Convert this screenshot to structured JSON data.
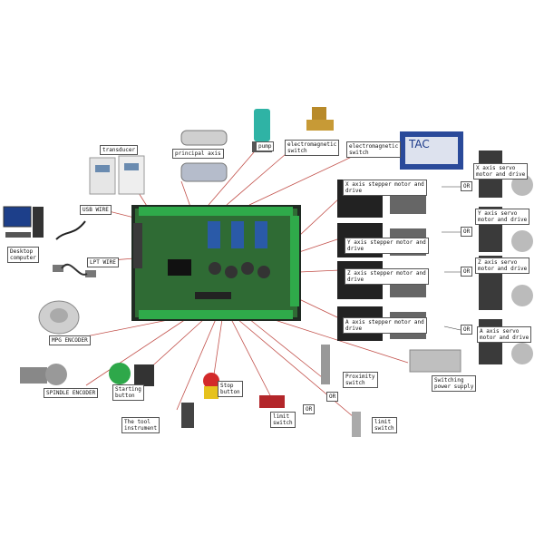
{
  "labels": {
    "transducer": "transducer",
    "principal_axis": "principal axis",
    "pump": "pump",
    "electromagnetic_switch_1": "electromagnetic\nswitch",
    "electromagnetic_switch_2": "electromagnetic\nswitch",
    "usb_wire": "USB WIRE",
    "lpt_wire": "LPT WIRE",
    "desktop_computer": "Desktop\ncomputer",
    "mpg_encoder": "MPG ENCODER",
    "spindle_encoder": "SPINDLE ENCODER",
    "starting_button": "Starting\nbutton",
    "stop_button": "Stop\nbutton",
    "tool_instrument": "The tool\ninstrument",
    "limit_switch_1": "limit\nswitch",
    "limit_switch_2": "limit\nswitch",
    "proximity_switch": "Proximity\nswitch",
    "switching_power": "Switching\npower supply",
    "x_stepper": "X axis stepper motor and\ndrive",
    "y_stepper": "Y axis stepper motor and\ndrive",
    "z_stepper": "Z axis stepper motor and\ndrive",
    "a_stepper": "A axis stepper motor and\ndrive",
    "x_servo": "X axis servo\nmotor and drive",
    "y_servo": "Y axis servo\nmotor and drive",
    "z_servo": "Z axis servo\nmotor and drive",
    "a_servo": "A axis servo\nmotor and drive",
    "or_1": "OR",
    "or_2": "OR",
    "or_3": "OR",
    "or_4": "OR",
    "or_5": "OR",
    "or_6": "OR"
  },
  "brand_logo": "TAC",
  "colors": {
    "wire": "#c2504a",
    "board": "#2f6b34",
    "terminal": "#2faa4a",
    "relay": "#2a5aa8"
  }
}
